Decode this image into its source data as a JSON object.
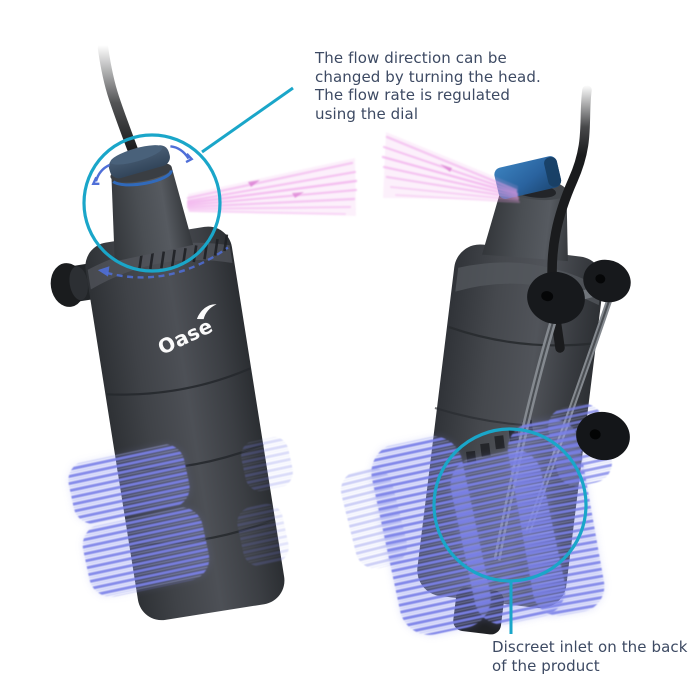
{
  "figure": {
    "description": "Two 3D views of a dark grey Oase internal aquarium filter: front view (left) with outflow head circled, back view (right) with inlet area circled"
  },
  "brand": {
    "logo": "Oase"
  },
  "callouts": [
    {
      "id": "flow-head",
      "text": "The flow direction can be\nchanged by turning the head.\nThe flow rate is regulated\nusing the dial"
    },
    {
      "id": "inlet-back",
      "text": "Discreet inlet on the back\nof the product"
    }
  ],
  "colors": {
    "accent_teal": "#1aa6c9",
    "callout_text": "#3d4a63",
    "inlet_stripe_blue": "#7b82e8",
    "inlet_stripe_light": "#aab0f4",
    "outflow_pink": "#ee9fe9",
    "flow_arrow_blue": "#4f6fd8",
    "dial_blue": "#2f6cc0",
    "knob_blue": "#2a639f",
    "body_gray": "#46494e",
    "cable_black": "#1a1b1d",
    "logo_white": "#fafafa",
    "background": "#ffffff"
  }
}
